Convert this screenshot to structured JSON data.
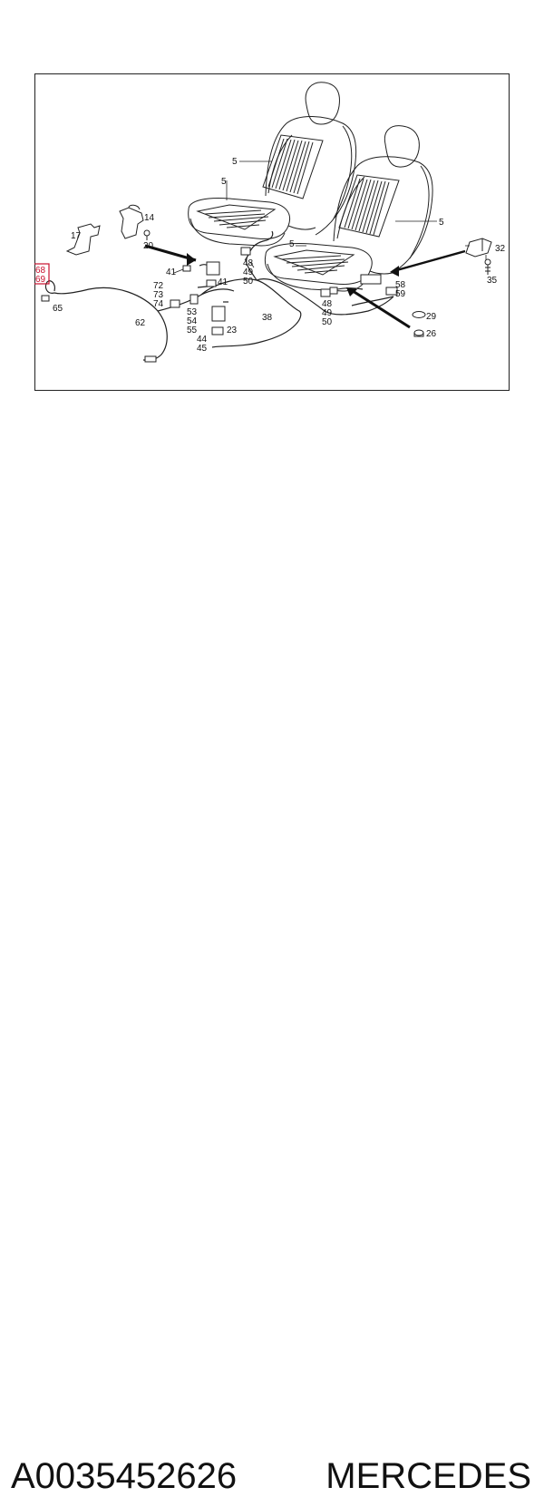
{
  "diagram": {
    "labels": {
      "l5a": "5",
      "l5b": "5",
      "l5c": "5",
      "l5d": "5",
      "l14": "14",
      "l17": "17",
      "l20": "20",
      "l41a": "41",
      "l41b": "41",
      "l72": "72",
      "l73": "73",
      "l74": "74",
      "l48a": "48",
      "l49a": "49",
      "l50a": "50",
      "l48b": "48",
      "l49b": "49",
      "l50b": "50",
      "l53": "53",
      "l54": "54",
      "l55": "55",
      "l23": "23",
      "l38": "38",
      "l44": "44",
      "l45": "45",
      "l62": "62",
      "l65": "65",
      "l68": "68",
      "l69": "69",
      "l58": "58",
      "l59": "59",
      "l32": "32",
      "l35": "35",
      "l29": "29",
      "l26": "26"
    },
    "highlight_color": "#c8102e"
  },
  "footer": {
    "part_number": "A0035452626",
    "brand": "MERCEDES"
  }
}
